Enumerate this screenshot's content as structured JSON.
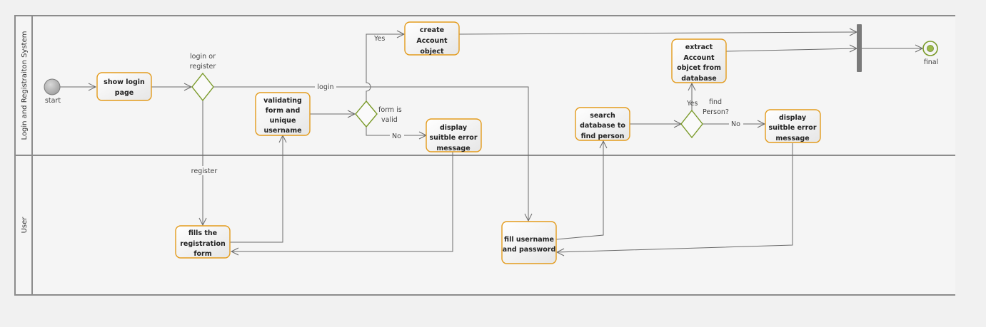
{
  "lanes": {
    "system": "Login and Registraiton System",
    "user": "User"
  },
  "start": {
    "label": "start"
  },
  "final": {
    "label": "final"
  },
  "actions": {
    "show_login": [
      "show login",
      "page"
    ],
    "create_account": [
      "create",
      "Account",
      "object"
    ],
    "validating": [
      "validating",
      "form and",
      "unique",
      "username"
    ],
    "display_error_1": [
      "display",
      "suitble error",
      "message"
    ],
    "fills_registration": [
      "fills the",
      "registration",
      "form"
    ],
    "fill_username": [
      "fill username",
      "and password"
    ],
    "search_db": [
      "search",
      "database to",
      "find person"
    ],
    "extract_account": [
      "extract",
      "Account",
      "objcet from",
      "database"
    ],
    "display_error_2": [
      "display",
      "suitble error",
      "message"
    ]
  },
  "decisions": {
    "login_register": [
      "login or",
      "register"
    ],
    "form_valid": [
      "form is",
      "valid"
    ],
    "find_person": [
      "find",
      "Person?"
    ]
  },
  "edges": {
    "login": "login",
    "register": "register",
    "yes1": "Yes",
    "no1": "No",
    "yes2": "Yes",
    "no2": "No"
  },
  "colors": {
    "action_border": "#e39b1c",
    "decision_border": "#7a9a2a",
    "lane_frame": "#8c8c8c",
    "edge": "#6b6b6b",
    "sync_bar": "#7a7a7a"
  }
}
